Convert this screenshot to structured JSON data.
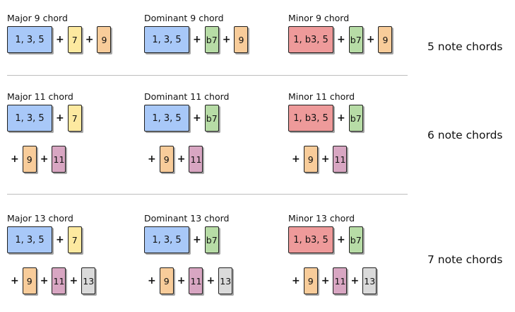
{
  "colors": {
    "triad_major": "#a8c8f8",
    "triad_minor": "#ee9a9a",
    "b7": "#b7dca6",
    "7": "#fde9a0",
    "9": "#f8cc9a",
    "11": "#d8a6c2",
    "13": "#dadada"
  },
  "sections": [
    {
      "note_count_label": "5 note chords",
      "chords": [
        {
          "title": "Major 9 chord",
          "triad": "1, 3, 5",
          "triad_kind": "major",
          "first_row": [
            "7",
            "9"
          ],
          "second_row": []
        },
        {
          "title": "Dominant 9 chord",
          "triad": "1, 3, 5",
          "triad_kind": "major",
          "first_row": [
            "b7",
            "9"
          ],
          "second_row": []
        },
        {
          "title": "Minor 9 chord",
          "triad": "1, b3, 5",
          "triad_kind": "minor",
          "first_row": [
            "b7",
            "9"
          ],
          "second_row": []
        }
      ]
    },
    {
      "note_count_label": "6 note chords",
      "chords": [
        {
          "title": "Major 11 chord",
          "triad": "1, 3, 5",
          "triad_kind": "major",
          "first_row": [
            "7"
          ],
          "second_row": [
            "9",
            "11"
          ]
        },
        {
          "title": "Dominant 11 chord",
          "triad": "1, 3, 5",
          "triad_kind": "major",
          "first_row": [
            "b7"
          ],
          "second_row": [
            "9",
            "11"
          ]
        },
        {
          "title": "Minor 11 chord",
          "triad": "1, b3, 5",
          "triad_kind": "minor",
          "first_row": [
            "b7"
          ],
          "second_row": [
            "9",
            "11"
          ]
        }
      ]
    },
    {
      "note_count_label": "7 note chords",
      "chords": [
        {
          "title": "Major 13 chord",
          "triad": "1, 3, 5",
          "triad_kind": "major",
          "first_row": [
            "7"
          ],
          "second_row": [
            "9",
            "11",
            "13"
          ]
        },
        {
          "title": "Dominant 13 chord",
          "triad": "1, 3, 5",
          "triad_kind": "major",
          "first_row": [
            "b7"
          ],
          "second_row": [
            "9",
            "11",
            "13"
          ]
        },
        {
          "title": "Minor 13 chord",
          "triad": "1, b3, 5",
          "triad_kind": "minor",
          "first_row": [
            "b7"
          ],
          "second_row": [
            "9",
            "11",
            "13"
          ]
        }
      ]
    }
  ]
}
